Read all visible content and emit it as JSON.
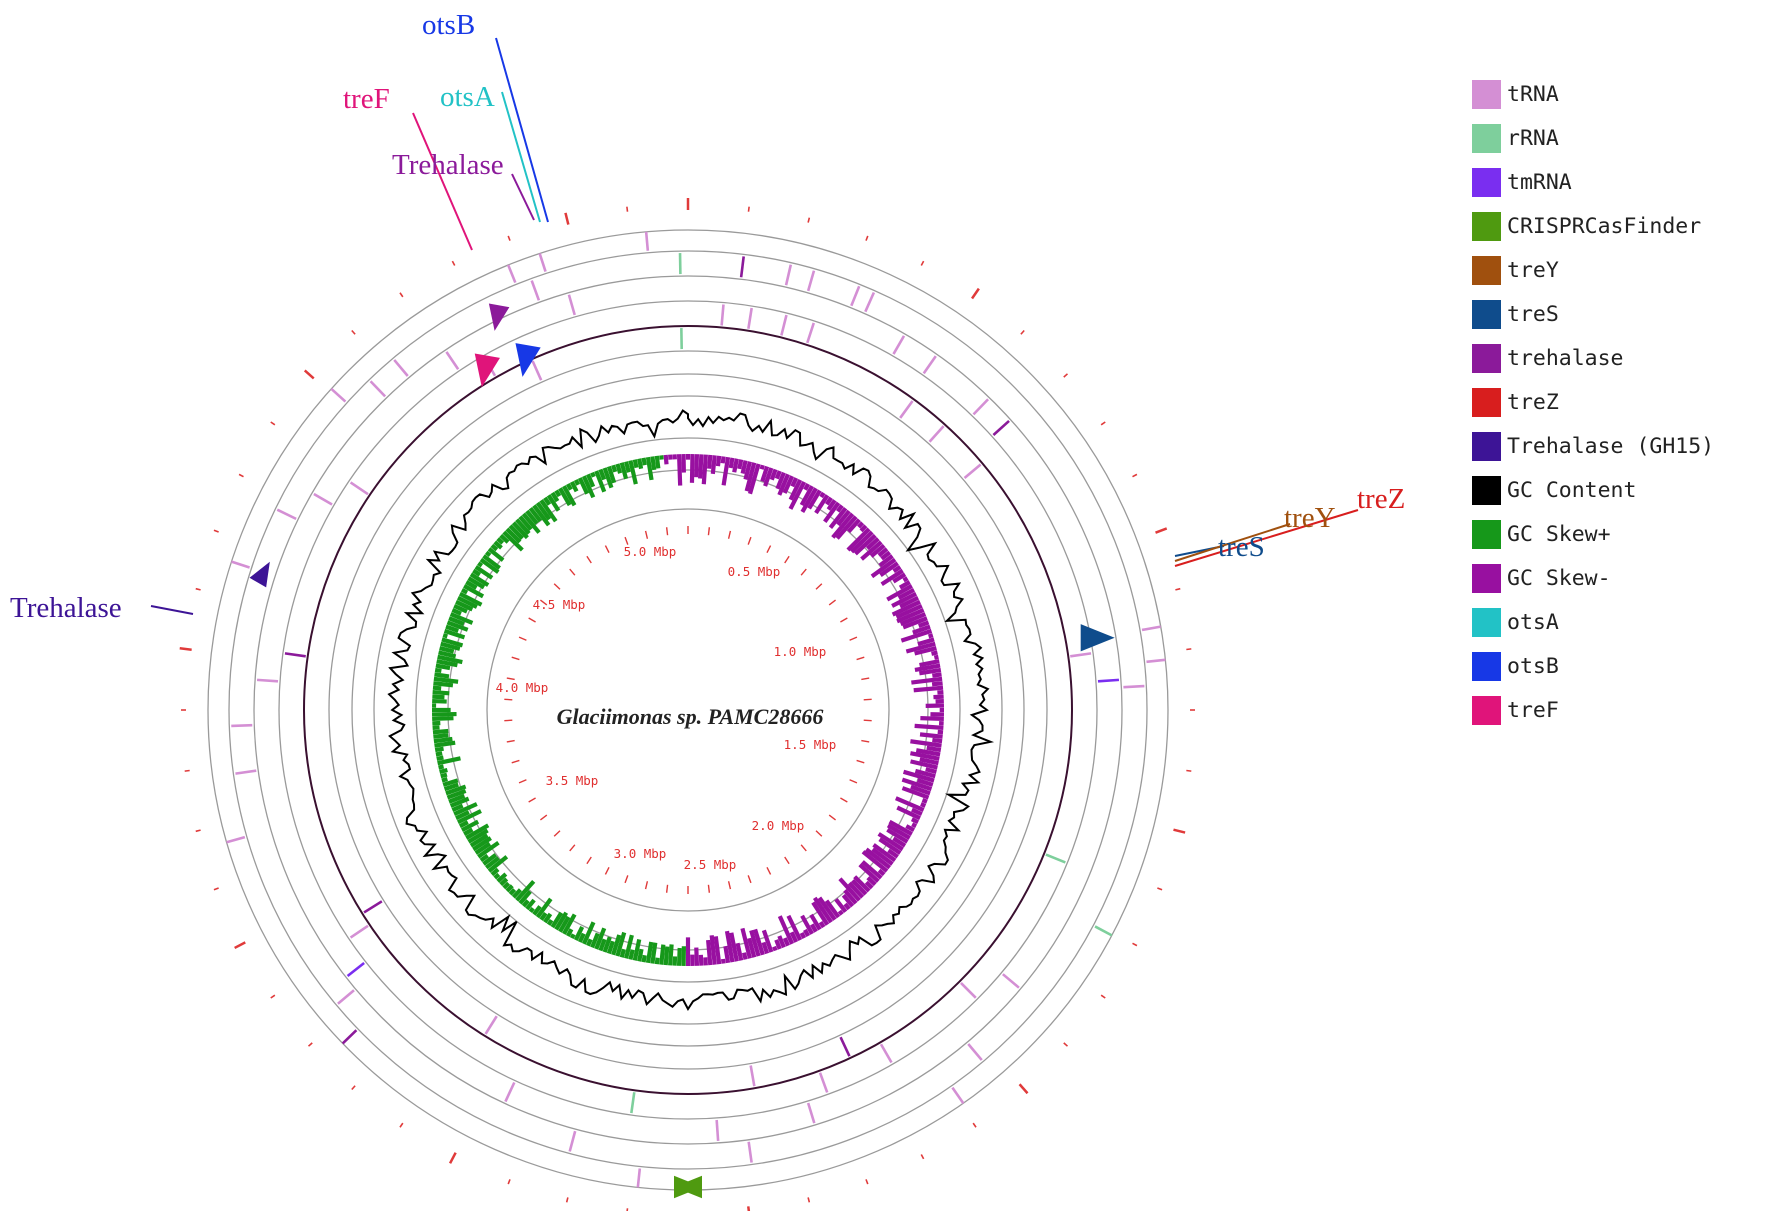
{
  "center_title": "Glaciimonas sp. PAMC28666",
  "scale_labels": [
    "0.5 Mbp",
    "1.0 Mbp",
    "1.5 Mbp",
    "2.0 Mbp",
    "2.5 Mbp",
    "3.0 Mbp",
    "3.5 Mbp",
    "4.0 Mbp",
    "4.5 Mbp",
    "5.0 Mbp"
  ],
  "gene_labels": {
    "otsB": "otsB",
    "otsA": "otsA",
    "treF": "treF",
    "trehalase_top": "Trehalase",
    "trehalase_left": "Trehalase",
    "treS": "treS",
    "treY": "treY",
    "treZ": "treZ"
  },
  "legend": [
    {
      "label": "tRNA",
      "color": "#d48fd4"
    },
    {
      "label": "rRNA",
      "color": "#7ecf9c"
    },
    {
      "label": "tmRNA",
      "color": "#7a2ef0"
    },
    {
      "label": "CRISPRCasFinder",
      "color": "#4f9a10"
    },
    {
      "label": "treY",
      "color": "#a0500e"
    },
    {
      "label": "treS",
      "color": "#0f4c8c"
    },
    {
      "label": "trehalase",
      "color": "#8b1a9a"
    },
    {
      "label": "treZ",
      "color": "#d81e1e"
    },
    {
      "label": "Trehalase (GH15)",
      "color": "#3d1496"
    },
    {
      "label": "GC Content",
      "color": "#000000"
    },
    {
      "label": "GC Skew+",
      "color": "#16981a"
    },
    {
      "label": "GC Skew-",
      "color": "#9810a0"
    },
    {
      "label": "otsA",
      "color": "#22c2c6"
    },
    {
      "label": "otsB",
      "color": "#1738e6"
    },
    {
      "label": "treF",
      "color": "#e0147a"
    }
  ]
}
